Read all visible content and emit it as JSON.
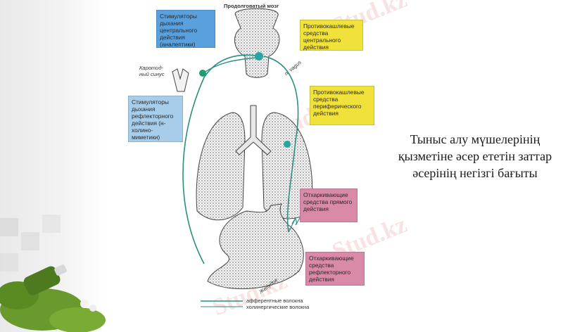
{
  "diagram": {
    "brain_label": "Продолговатый мозг",
    "boxes": {
      "central_stimulants": "Стимуляторы дыхания центрального действия (аналептики)",
      "reflex_stimulants": "Стимуляторы дыхания рефлекторного действия (н-холино-миметики)",
      "central_antitussives": "Противокашлевые средства центрального действия",
      "peripheral_antitussives": "Противокашлевые средства периферического действия",
      "direct_expectorants": "Отхаркивающие средства прямого действия",
      "reflex_expectorants": "Отхаркивающие средства рефлекторного действия"
    },
    "labels": {
      "carotid_sinus": "Каротид-ный синус",
      "vagus": "n. vagus",
      "stomach": "Желудок"
    },
    "legend": {
      "afferent": "афферентные волокна",
      "cholinergic": "холинергические волокна"
    },
    "colors": {
      "blue_box": "#5aa0dd",
      "light_blue_box": "#a8cdea",
      "yellow_box": "#f0e23a",
      "pink_box": "#d88aa8",
      "nerve": "#2a8f80",
      "receptor_dot": "#1f9f6f"
    }
  },
  "caption": "Тыныс алу мүшелерінің қызметіне әсер ететін заттар әсерінің негізгі бағыты",
  "watermark": "Stud.kz"
}
